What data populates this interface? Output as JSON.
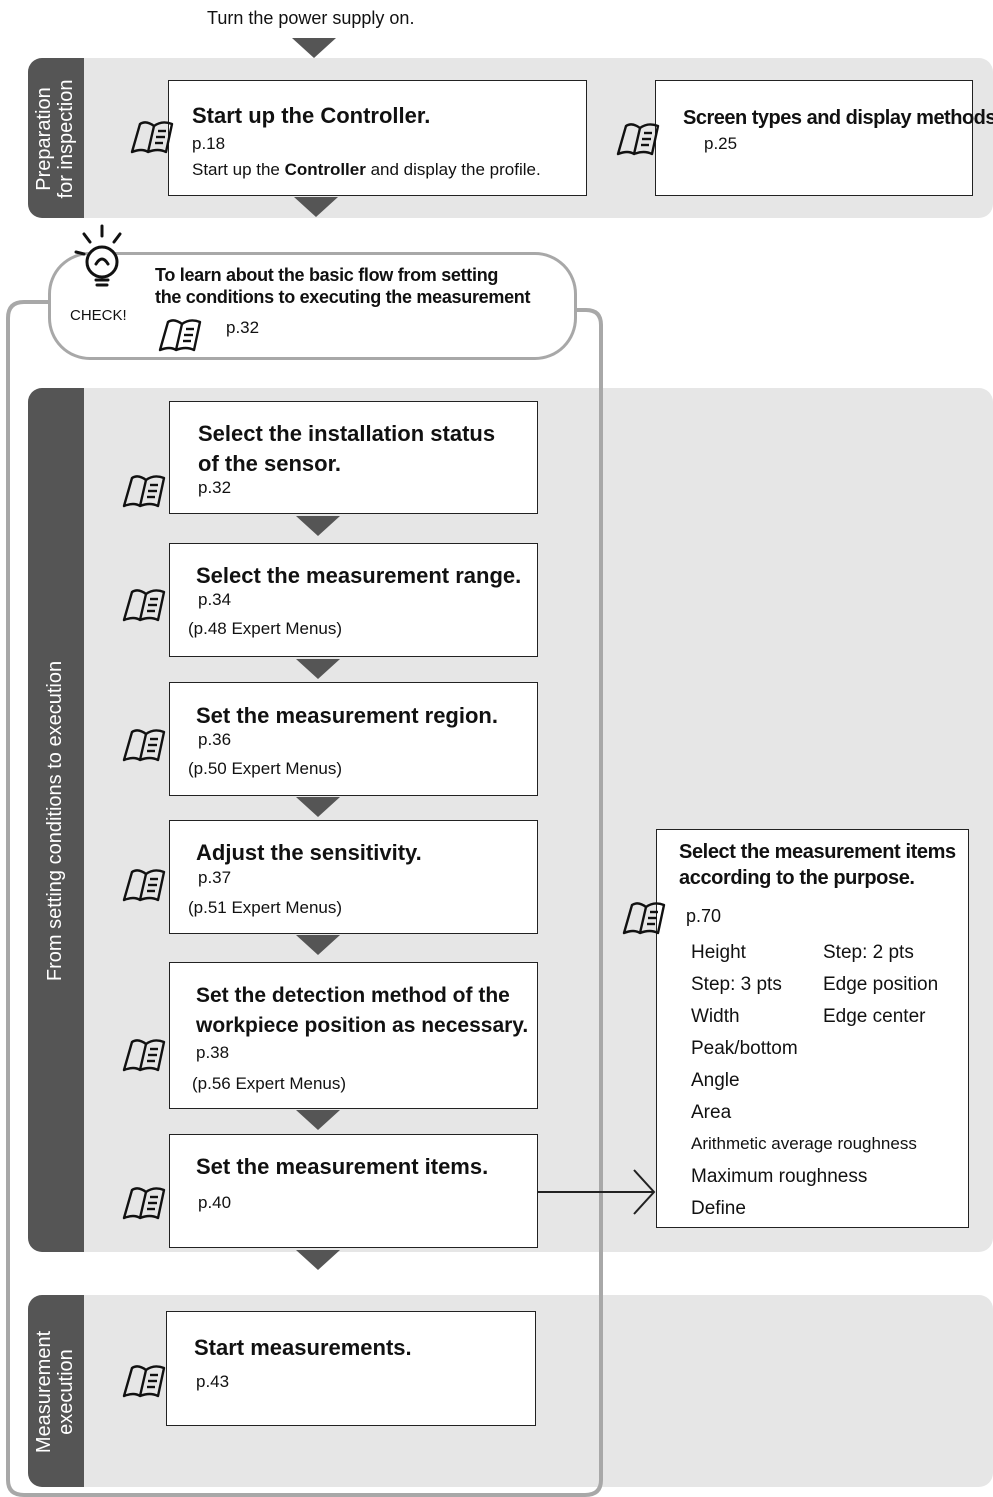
{
  "top_note": "Turn the power supply on.",
  "sections": {
    "prep": "Preparation\nfor inspection",
    "setting": "From setting conditions to execution",
    "exec": "Measurement\nexecution"
  },
  "prep": {
    "startup_title": "Start up the Controller.",
    "startup_page": "p.18",
    "startup_desc_pre": "Start up the ",
    "startup_desc_bold": "Controller",
    "startup_desc_post": " and display the profile.",
    "screen_title": "Screen types and display methods",
    "screen_page": "p.25"
  },
  "check": {
    "label": "CHECK!",
    "line1": "To learn about the basic flow from setting",
    "line2": "the conditions to executing the measurement",
    "page": "p.32"
  },
  "steps": [
    {
      "title1": "Select the installation status",
      "title2": "of the sensor.",
      "page": "p.32",
      "extra": ""
    },
    {
      "title1": "Select the measurement range.",
      "page": "p.34",
      "extra": "(p.48 Expert Menus)"
    },
    {
      "title1": "Set the measurement region.",
      "page": "p.36",
      "extra": "(p.50 Expert Menus)"
    },
    {
      "title1": "Adjust the sensitivity.",
      "page": "p.37",
      "extra": "(p.51 Expert Menus)"
    },
    {
      "title1": "Set the detection method of the",
      "title2": "workpiece position as necessary.",
      "page": "p.38",
      "extra": "(p.56 Expert Menus)"
    },
    {
      "title1": "Set the measurement items.",
      "page": "p.40",
      "extra": ""
    }
  ],
  "items_box": {
    "title1": "Select the measurement items",
    "title2": "according to the purpose.",
    "page": "p.70",
    "col1": [
      "Height",
      "Step: 3 pts",
      "Width",
      "Peak/bottom",
      "Angle",
      "Area",
      "Arithmetic average roughness",
      "Maximum roughness",
      "Define"
    ],
    "col2": [
      "Step: 2 pts",
      "Edge position",
      "Edge center"
    ]
  },
  "exec": {
    "title": "Start measurements.",
    "page": "p.43"
  },
  "icons": [
    "manual-book-icon",
    "check-lightbulb-icon",
    "down-arrow-icon",
    "right-arrow-icon"
  ],
  "colors": {
    "band": "#e6e6e6",
    "tab": "#555555",
    "arrow": "#555555",
    "outline": "#aaaaaa"
  }
}
